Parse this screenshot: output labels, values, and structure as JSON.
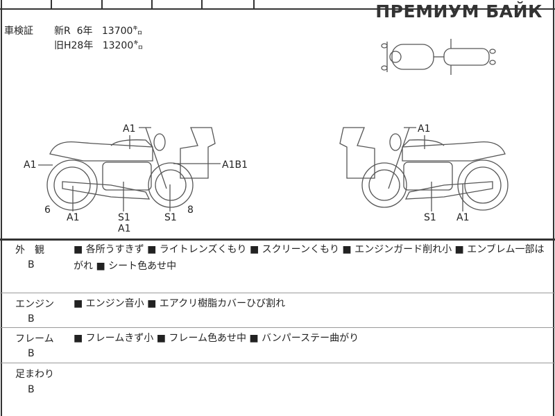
{
  "brand": "ПРЕМИУМ БАЙК",
  "registration": {
    "label": "車検証",
    "new_line": "新R  6年   13700㌔",
    "old_line": "旧H28年   13200㌔"
  },
  "diagram_left": {
    "marks": [
      "A1",
      "A1",
      "A1B1",
      "6",
      "A1",
      "S1",
      "A1",
      "S1",
      "8"
    ]
  },
  "diagram_right": {
    "marks": [
      "A1",
      "S1",
      "A1"
    ]
  },
  "sections": [
    {
      "label": "外　観",
      "grade": "B",
      "text": "■ 各所うすきず ■ ライトレンズくもり ■ スクリーンくもり ■ エンジンガード削れ小 ■ エンブレム一部はがれ ■ シート色あせ中"
    },
    {
      "label": "エンジン",
      "grade": "B",
      "text": "■ エンジン音小 ■ エアクリ樹脂カバーひび割れ"
    },
    {
      "label": "フレーム",
      "grade": "B",
      "text": "■ フレームきず小 ■ フレーム色あせ中 ■ バンパーステー曲がり"
    },
    {
      "label": "足まわり",
      "grade": "B",
      "text": ""
    }
  ]
}
